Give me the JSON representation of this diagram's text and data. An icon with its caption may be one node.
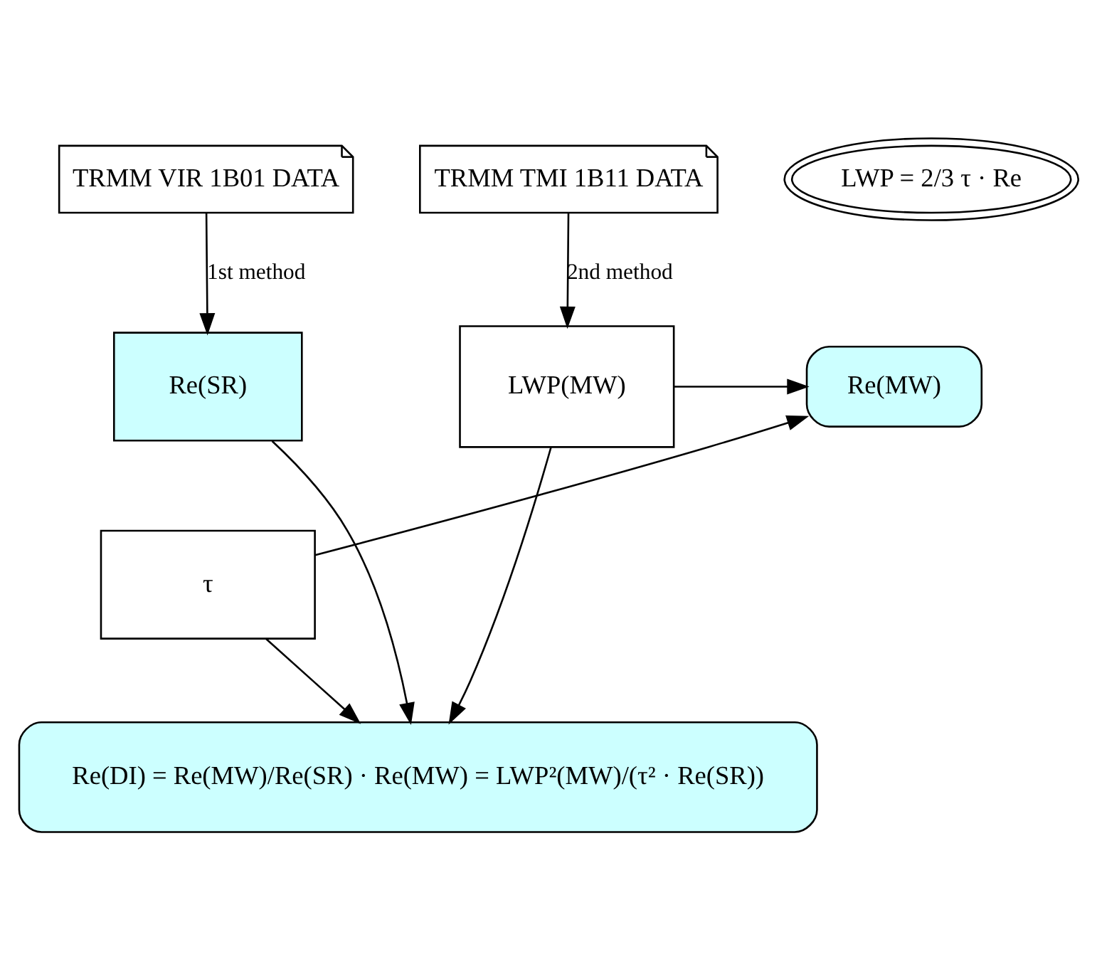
{
  "diagram": {
    "nodes": [
      {
        "text": [
          "TRMM VIR 1B01 DATA"
        ]
      },
      {
        "text": [
          "TRMM TMI 1B11 DATA"
        ]
      },
      {
        "text": [
          "LWP = 2/3 τ · Re"
        ]
      },
      {
        "text": [
          "Re(SR)"
        ]
      },
      {
        "text": [
          "τ"
        ]
      },
      {
        "text": [
          "Re(MW)"
        ]
      },
      {
        "text": [
          "LWP(MW)"
        ]
      },
      {
        "text": [
          "Re(DI) = Re(MW)/Re(SR) · Re(MW) = LWP²(MW)/(τ² · Re(SR))"
        ]
      }
    ],
    "edges": [
      {
        "from": 0,
        "to": 3,
        "arrow": "to",
        "label": "1st method"
      },
      {
        "from": 1,
        "to": 6,
        "arrow": "to",
        "label": "2nd method"
      },
      {
        "from": 6,
        "to": 5,
        "arrow": "to"
      },
      {
        "from": 4,
        "to": 5,
        "arrow": "to"
      },
      {
        "from": 3,
        "to": 7,
        "arrow": "to"
      },
      {
        "from": 4,
        "to": 7,
        "arrow": "to"
      },
      {
        "from": 6,
        "to": 7,
        "arrow": "to"
      }
    ]
  }
}
